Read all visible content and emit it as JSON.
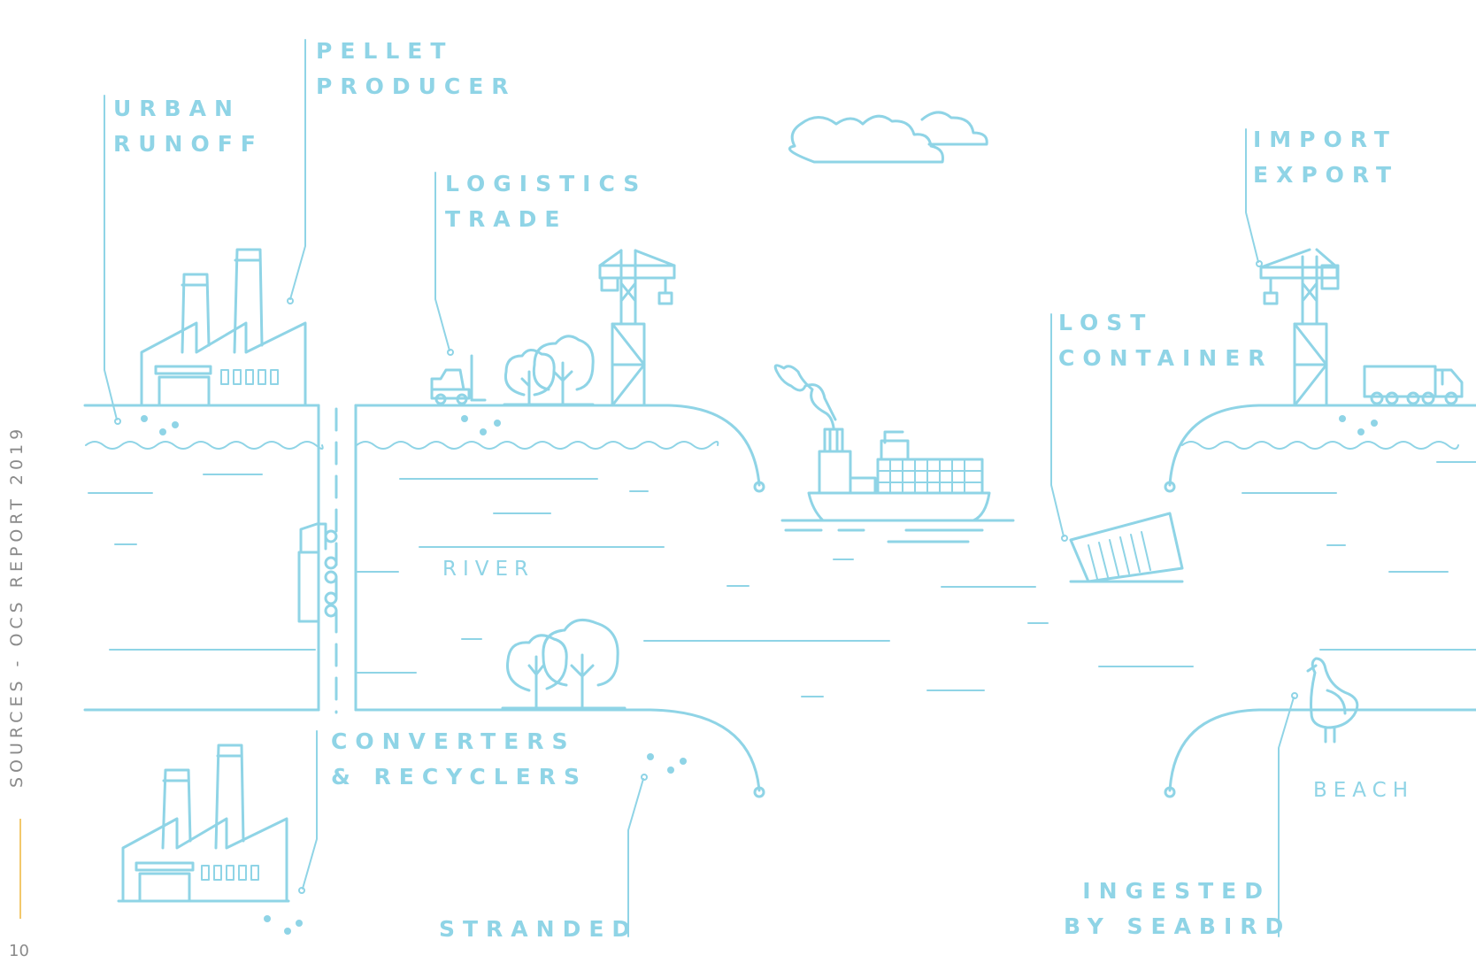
{
  "side_title": "SOURCES - OCS REPORT 2019",
  "page_number": "10",
  "labels": {
    "pellet_producer": [
      "PELLET",
      "PRODUCER"
    ],
    "urban_runoff": [
      "URBAN",
      "RUNOFF"
    ],
    "logistics_trade": [
      "LOGISTICS",
      "TRADE"
    ],
    "import_export": [
      "IMPORT",
      "EXPORT"
    ],
    "lost_container": [
      "LOST",
      "CONTAINER"
    ],
    "converters_recyclers": [
      "CONVERTERS",
      "& RECYCLERS"
    ],
    "stranded": "STRANDED",
    "ingested_by_seabird": [
      "INGESTED",
      "BY SEABIRD"
    ],
    "river": "RIVER",
    "beach": "BEACH"
  },
  "colors": {
    "line": "#8fd4e6",
    "label": "#8fd4e6",
    "side_text": "#8a8a8a",
    "accent_bar": "#f2c86b",
    "background": "#ffffff"
  }
}
